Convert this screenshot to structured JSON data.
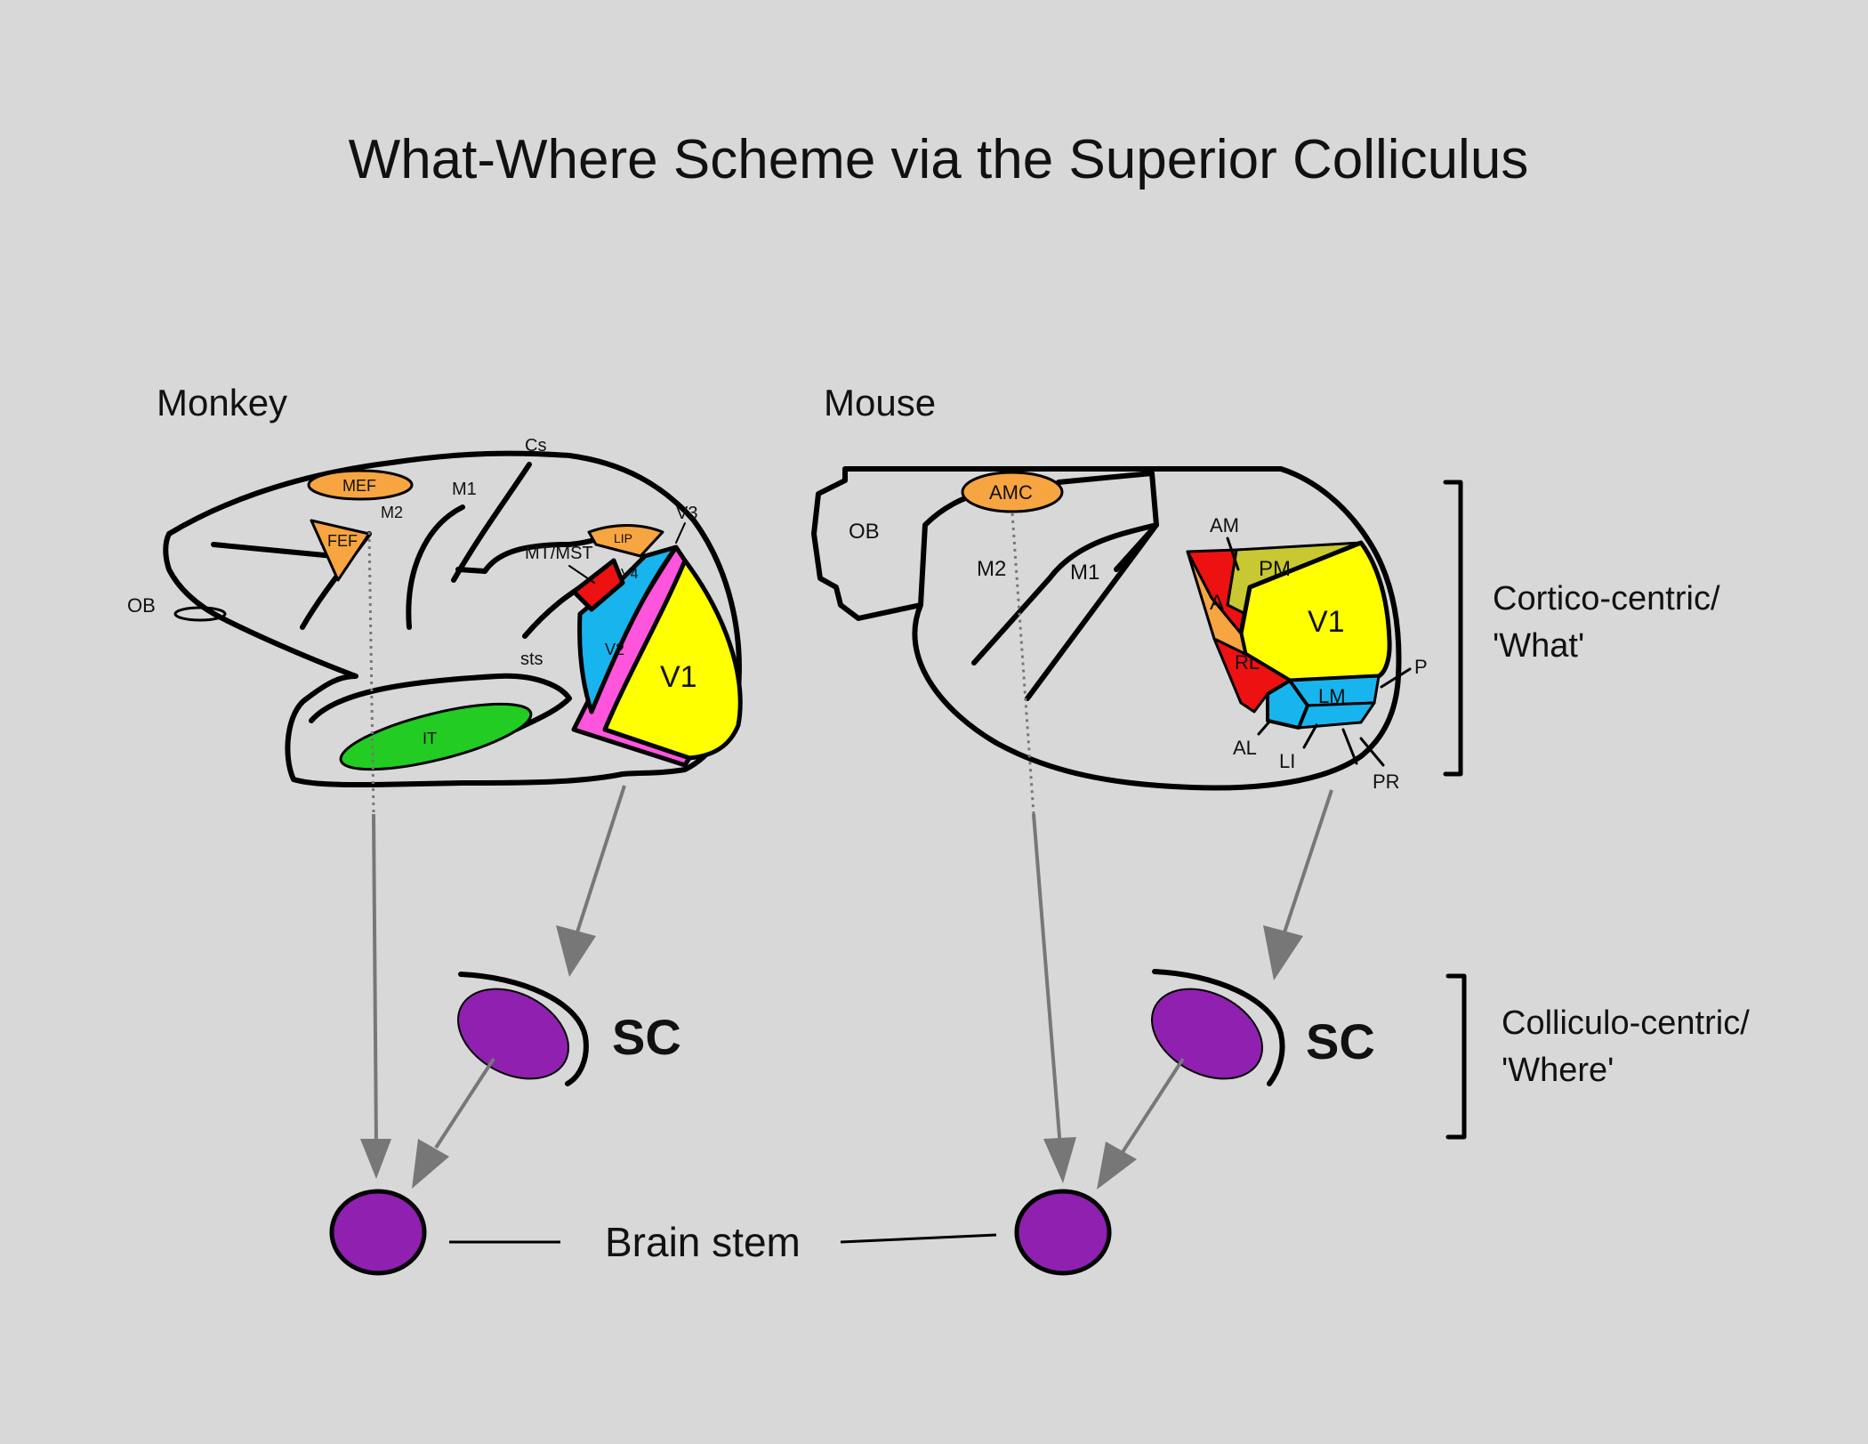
{
  "title": "What-Where Scheme via the Superior Colliculus",
  "monkey": {
    "label": "Monkey",
    "areas": {
      "MEF": "MEF",
      "M2": "M2",
      "M1": "M1",
      "Cs": "Cs",
      "FEF": "FEF",
      "OB": "OB",
      "LIP": "LIP",
      "V3": "V3",
      "MT_MST": "MT/MST",
      "V4": "V4",
      "sts": "sts",
      "V2": "V2",
      "V1": "V1",
      "IT": "IT"
    }
  },
  "mouse": {
    "label": "Mouse",
    "areas": {
      "AMC": "AMC",
      "OB": "OB",
      "M2": "M2",
      "M1": "M1",
      "AM": "AM",
      "PM": "PM",
      "A": "A",
      "V1": "V1",
      "RL": "RL",
      "LM": "LM",
      "P": "P",
      "AL": "AL",
      "LI": "LI",
      "PR": "PR"
    }
  },
  "sc_label": "SC",
  "brainstem_label": "Brain stem",
  "brackets": {
    "cortico_line1": "Cortico-centric/",
    "cortico_line2": "'What'",
    "colliculo_line1": "Colliculo-centric/",
    "colliculo_line2": "'Where'"
  },
  "colors": {
    "background": "#d8d8d8",
    "orange": "#f7a540",
    "yellow": "#ffff00",
    "red": "#ee1111",
    "cyan": "#18b4ee",
    "magenta": "#ff55dd",
    "green": "#22cc22",
    "olive": "#c8c832",
    "purple": "#9020b0",
    "arrow": "#777777"
  }
}
